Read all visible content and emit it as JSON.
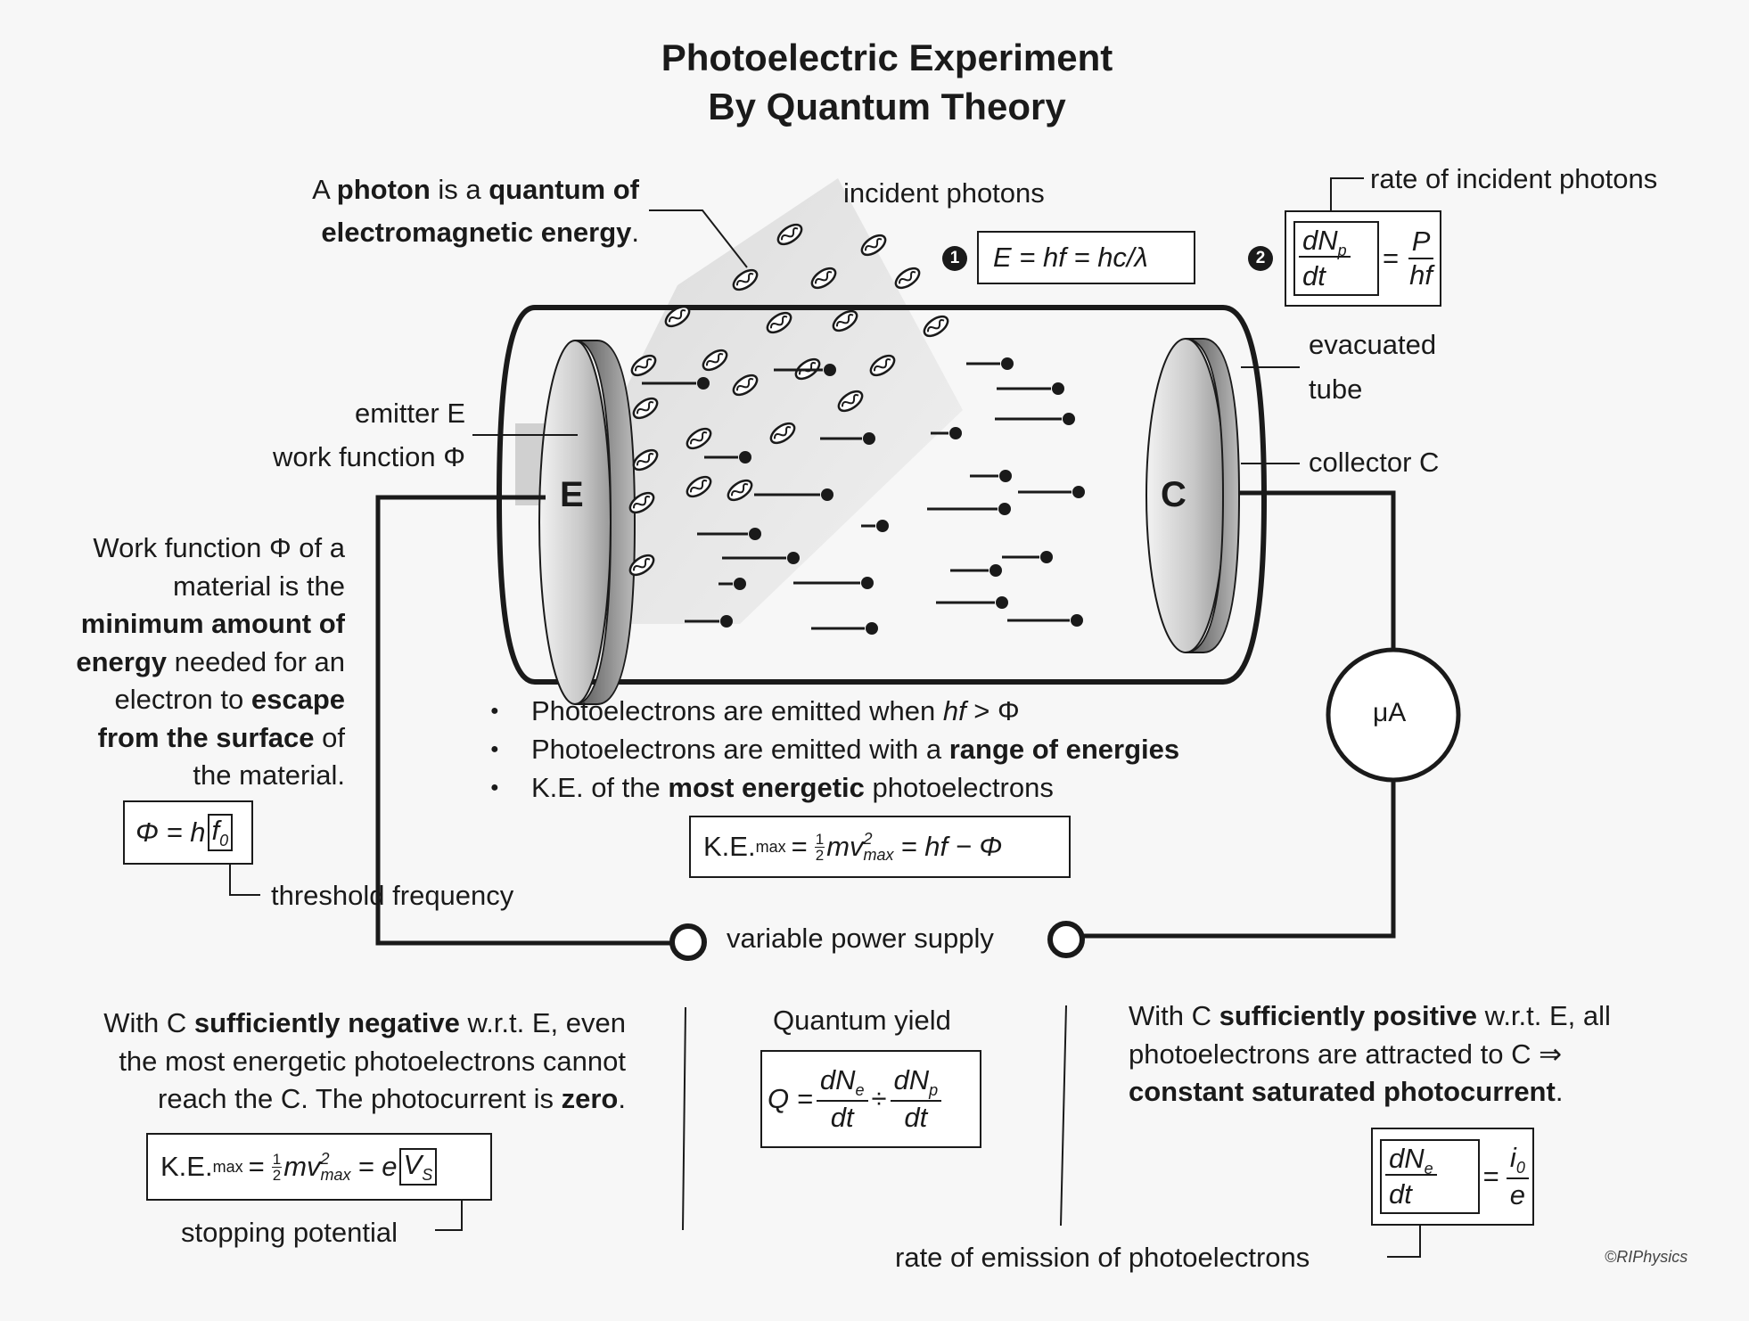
{
  "title": {
    "line1": "Photoelectric Experiment",
    "line2": "By Quantum Theory"
  },
  "labels": {
    "photon_def_a": "A ",
    "photon_def_b": "photon",
    "photon_def_c": " is a ",
    "photon_def_d": "quantum of",
    "photon_def_e": "electromagnetic energy",
    "photon_def_f": ".",
    "incident_photons": "incident photons",
    "rate_incident": "rate of incident photons",
    "evacuated": "evacuated",
    "tube": "tube",
    "collector": "collector C",
    "emitter": "emitter E",
    "work_function": "work function Φ",
    "emitter_letter": "E",
    "collector_letter": "C",
    "microammeter": "μA",
    "threshold": "threshold frequency",
    "power_supply": "variable power supply",
    "stopping": "stopping potential",
    "rate_emission": "rate of emission of photoelectrons",
    "quantum_yield": "Quantum yield",
    "credit": "©RIPhysics"
  },
  "work_function_text": {
    "l1": "Work function Φ of a",
    "l2": "material is the",
    "l3": "minimum amount of",
    "l4a": "energy",
    "l4b": " needed for an",
    "l5a": "electron to ",
    "l5b": "escape",
    "l6a": "from the surface",
    "l6b": " of",
    "l7": "the material."
  },
  "bullets": [
    {
      "a": "Photoelectrons are emitted when ",
      "b": "hf",
      "c": " > Φ"
    },
    {
      "a": "Photoelectrons are emitted with a ",
      "b": "range of energies",
      "c": ""
    },
    {
      "a": "K.E. of the ",
      "b": "most energetic",
      "c": " photoelectrons"
    }
  ],
  "negative_text": {
    "l1a": "With C ",
    "l1b": "sufficiently negative",
    "l1c": " w.r.t. E, even",
    "l2": "the most energetic photoelectrons cannot",
    "l3a": "reach the C. The photocurrent is ",
    "l3b": "zero",
    "l3c": "."
  },
  "positive_text": {
    "l1a": "With C ",
    "l1b": "sufficiently positive",
    "l1c": " w.r.t. E, all",
    "l2": "photoelectrons are attracted to C ⇒",
    "l3a": "constant saturated photocurrent",
    "l3b": "."
  },
  "equations": {
    "badge1": "1",
    "badge2": "2",
    "eq1": "E = hf = hc/λ",
    "eq2_num_left": "dN",
    "eq2_sub": "p",
    "eq2_den_left": "dt",
    "eq2_num_right": "P",
    "eq2_den_right": "hf",
    "phi_lhs": "Φ = h",
    "phi_f": "f",
    "phi_sub": "0",
    "ke_lhs": "K.E.",
    "ke_sub": "max",
    "ke_mid": "mv",
    "ke_sup": "2",
    "ke_rhs": "= hf − Φ",
    "ke_half_n": "1",
    "ke_half_d": "2",
    "ke2_rhs": "= e",
    "ke2_v": "V",
    "ke2_vsub": "S",
    "q_lhs": "Q =",
    "q_n1": "dN",
    "q_s1": "e",
    "q_d": "dt",
    "q_div": "÷",
    "q_n2": "dN",
    "q_s2": "p",
    "sat_n": "dN",
    "sat_s": "e",
    "sat_d": "dt",
    "sat_rn": "i",
    "sat_rs": "0",
    "sat_rd": "e"
  }
}
